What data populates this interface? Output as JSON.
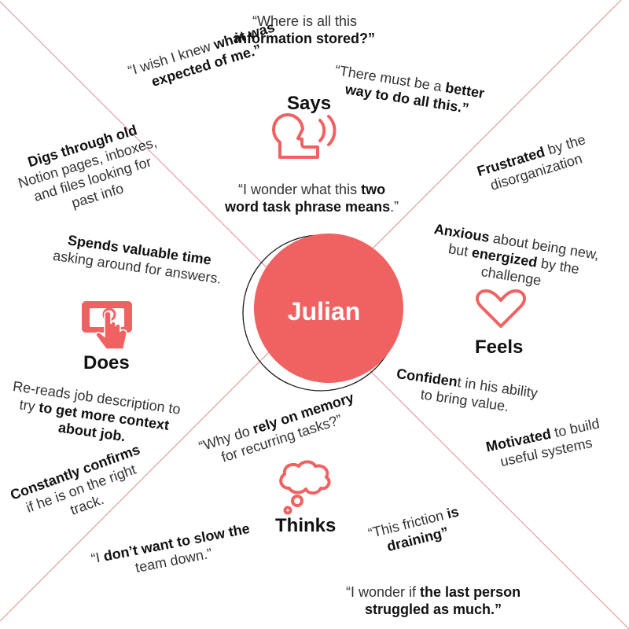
{
  "accent_color": "#f06262",
  "center": {
    "name": "Julian"
  },
  "quadrants": {
    "says": {
      "title": "Says",
      "icon": "speaking-head-icon"
    },
    "does": {
      "title": "Does",
      "icon": "touch-screen-icon"
    },
    "feels": {
      "title": "Feels",
      "icon": "heart-icon"
    },
    "thinks": {
      "title": "Thinks",
      "icon": "thought-bubble-icon"
    }
  },
  "says_notes": {
    "info_stored": {
      "l1": "“Where is all this",
      "l2": "information stored?”"
    },
    "expected": {
      "l1a": "“I wish I knew ",
      "l1b": "what was",
      "l2": "expected of me.”"
    },
    "better_way": {
      "l1a": "“There must be a ",
      "l1b": "better",
      "l2": "way to do all this.”"
    },
    "two_word": {
      "l1a": "“I wonder what this ",
      "l1b": "two",
      "l2a": "word task phrase means",
      "l2b": ".”"
    }
  },
  "does_notes": {
    "digs": {
      "l1": "Digs through old",
      "l2": "Notion pages, inboxes,",
      "l3": "and files looking for",
      "l4": "past info"
    },
    "spends": {
      "l1": "Spends valuable time",
      "l2": "asking around for answers."
    },
    "rereads": {
      "l1": "Re-reads job description to",
      "l2a": "try ",
      "l2b": "to get more context",
      "l3": "about job."
    },
    "confirms": {
      "l1": "Constantly confirms",
      "l2": "if he is on the right",
      "l3": "track."
    }
  },
  "feels_notes": {
    "frustrated": {
      "l1a": "Frustrated",
      "l1b": " by the",
      "l2": "disorganization"
    },
    "anxious": {
      "l1a": "Anxious",
      "l1b": " about being new,",
      "l2a": "but ",
      "l2b": "energized",
      "l2c": " by the",
      "l3": "challenge"
    },
    "confident": {
      "l1a": "Confiden",
      "l1b": "t in his ability",
      "l2": "to bring value."
    },
    "motivated": {
      "l1a": "Motivated",
      "l1b": " to build",
      "l2": "useful systems"
    }
  },
  "thinks_notes": {
    "memory": {
      "l1a": "“Why do ",
      "l1b": "rely on memory",
      "l2": "for recurring tasks?”"
    },
    "friction": {
      "l1a": "“This friction ",
      "l1b": "is",
      "l2": "draining”"
    },
    "slow": {
      "l1a": "“I ",
      "l1b": "don’t want to slow the",
      "l2": "team down.”"
    },
    "last_person": {
      "l1a": "“I wonder if ",
      "l1b": "the last person",
      "l2": "struggled as much.”"
    }
  }
}
